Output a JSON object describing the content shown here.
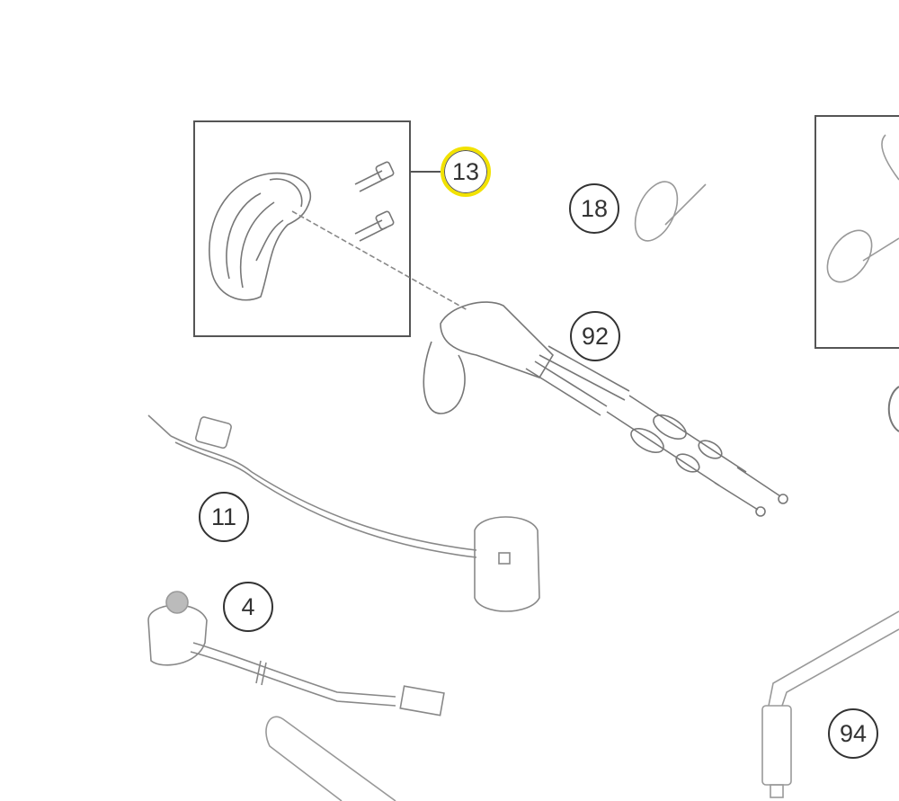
{
  "diagram": {
    "type": "exploded-parts-view",
    "highlight_color": "#f2e200",
    "line_color": "#555555",
    "callouts": [
      {
        "id": "13",
        "label": "13",
        "selected": true
      },
      {
        "id": "18",
        "label": "18",
        "selected": false
      },
      {
        "id": "92",
        "label": "92",
        "selected": false
      },
      {
        "id": "11",
        "label": "11",
        "selected": false
      },
      {
        "id": "4",
        "label": "4",
        "selected": false
      },
      {
        "id": "94",
        "label": "94",
        "selected": false
      }
    ]
  }
}
